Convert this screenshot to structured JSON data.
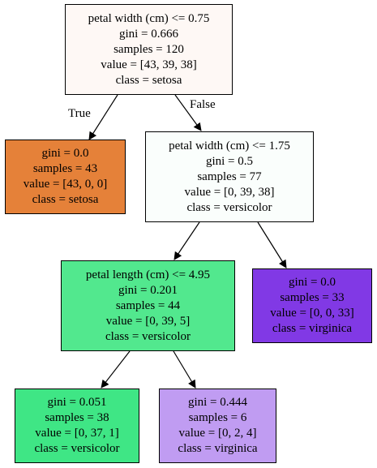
{
  "tree": {
    "nodes": {
      "root": {
        "lines": [
          "petal width (cm) <= 0.75",
          "gini = 0.666",
          "samples = 120",
          "value = [43, 39, 38]",
          "class = setosa"
        ],
        "fill": "#fef8f5"
      },
      "setosa_leaf": {
        "lines": [
          "gini = 0.0",
          "samples = 43",
          "value = [43, 0, 0]",
          "class = setosa"
        ],
        "fill": "#e58139"
      },
      "right_split": {
        "lines": [
          "petal width (cm) <= 1.75",
          "gini = 0.5",
          "samples = 77",
          "value = [0, 39, 38]",
          "class = versicolor"
        ],
        "fill": "#fafefc"
      },
      "length_split": {
        "lines": [
          "petal length (cm) <= 4.95",
          "gini = 0.201",
          "samples = 44",
          "value = [0, 39, 5]",
          "class = versicolor"
        ],
        "fill": "#52e88e"
      },
      "virginica_leaf": {
        "lines": [
          "gini = 0.0",
          "samples = 33",
          "value = [0, 0, 33]",
          "class = virginica"
        ],
        "fill": "#8139e5"
      },
      "versicolor_leaf": {
        "lines": [
          "gini = 0.051",
          "samples = 38",
          "value = [0, 37, 1]",
          "class = versicolor"
        ],
        "fill": "#3fe685"
      },
      "virginica_small_leaf": {
        "lines": [
          "gini = 0.444",
          "samples = 6",
          "value = [0, 2, 4]",
          "class = virginica"
        ],
        "fill": "#c09cf2"
      }
    },
    "edge_labels": {
      "true_label": "True",
      "false_label": "False"
    }
  }
}
